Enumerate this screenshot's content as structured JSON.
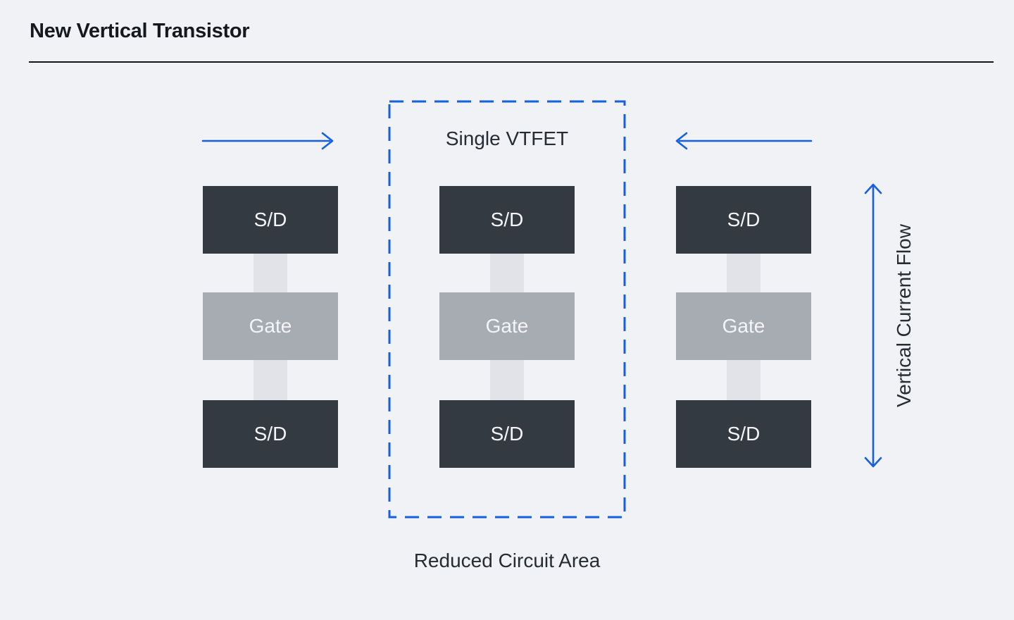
{
  "theme": {
    "background": "#f0f2f5",
    "accent": "#165fe5",
    "block-dark": "#343a42",
    "block-gate": "#a7acb3",
    "channel": "#e1e3e8",
    "text-dark": "#272c33",
    "title-color": "#15181c",
    "block-text": "#f4f5f6",
    "rule-color": "#14171a"
  },
  "header": {
    "title": "New Vertical Transistor"
  },
  "icons": {
    "flow_right": "arrow-right-icon",
    "flow_left": "arrow-left-icon",
    "vertical_flow": "arrow-vertical-double-icon"
  },
  "diagram": {
    "single_vtfet_label": "Single VTFET",
    "reduced_area_label": "Reduced Circuit Area",
    "vertical_flow_label": "Vertical Current Flow",
    "columns": [
      {
        "name": "left",
        "blocks": [
          {
            "label": "S/D"
          },
          {
            "label": "Gate"
          },
          {
            "label": "S/D"
          }
        ]
      },
      {
        "name": "middle",
        "blocks": [
          {
            "label": "S/D"
          },
          {
            "label": "Gate"
          },
          {
            "label": "S/D"
          }
        ]
      },
      {
        "name": "right",
        "blocks": [
          {
            "label": "S/D"
          },
          {
            "label": "Gate"
          },
          {
            "label": "S/D"
          }
        ]
      }
    ]
  }
}
